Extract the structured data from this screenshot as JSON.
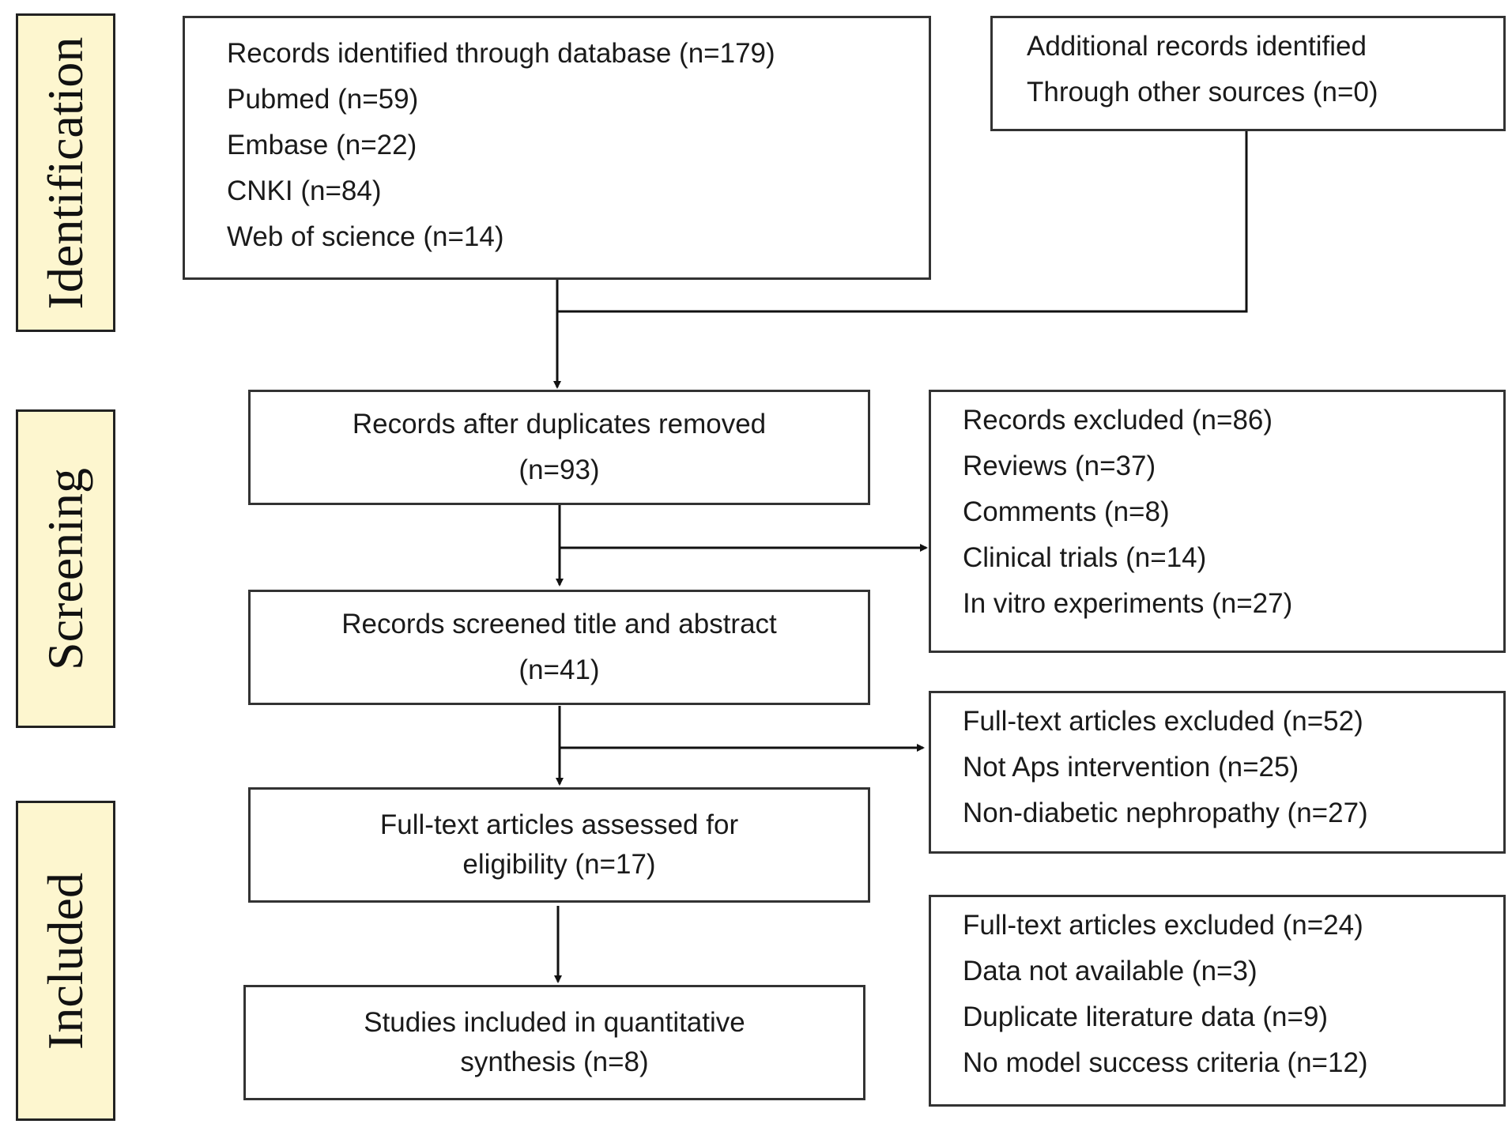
{
  "phases": {
    "identification": "Identification",
    "screening": "Screening",
    "included": "Included"
  },
  "boxes": {
    "database": {
      "lines": [
        "Records identified through database (n=179)",
        "Pubmed (n=59)",
        "Embase (n=22)",
        "CNKI (n=84)",
        "Web of science (n=14)"
      ]
    },
    "other_sources": {
      "lines": [
        "Additional records identified",
        "Through other sources (n=0)"
      ]
    },
    "duplicates_removed": {
      "lines": [
        "Records after duplicates removed",
        "(n=93)"
      ]
    },
    "screened": {
      "lines": [
        "Records screened title and abstract",
        "(n=41)"
      ]
    },
    "fulltext_assessed": {
      "lines": [
        "Full-text articles assessed for",
        "eligibility (n=17)"
      ]
    },
    "included_studies": {
      "lines": [
        "Studies included in quantitative",
        "synthesis (n=8)"
      ]
    },
    "excluded_records": {
      "lines": [
        "Records excluded (n=86)",
        "Reviews (n=37)",
        "Comments (n=8)",
        "Clinical trials (n=14)",
        "In vitro experiments (n=27)"
      ]
    },
    "excluded_fulltext_1": {
      "lines": [
        "Full-text articles excluded (n=52)",
        "Not Aps intervention (n=25)",
        "Non-diabetic nephropathy (n=27)"
      ]
    },
    "excluded_fulltext_2": {
      "lines": [
        "Full-text articles excluded (n=24)",
        "Data not available (n=3)",
        "Duplicate literature data (n=9)",
        "No model success criteria (n=12)"
      ]
    }
  },
  "colors": {
    "phase_fill": "#fdf6cf",
    "border": "#333333",
    "arrow": "#111111"
  }
}
